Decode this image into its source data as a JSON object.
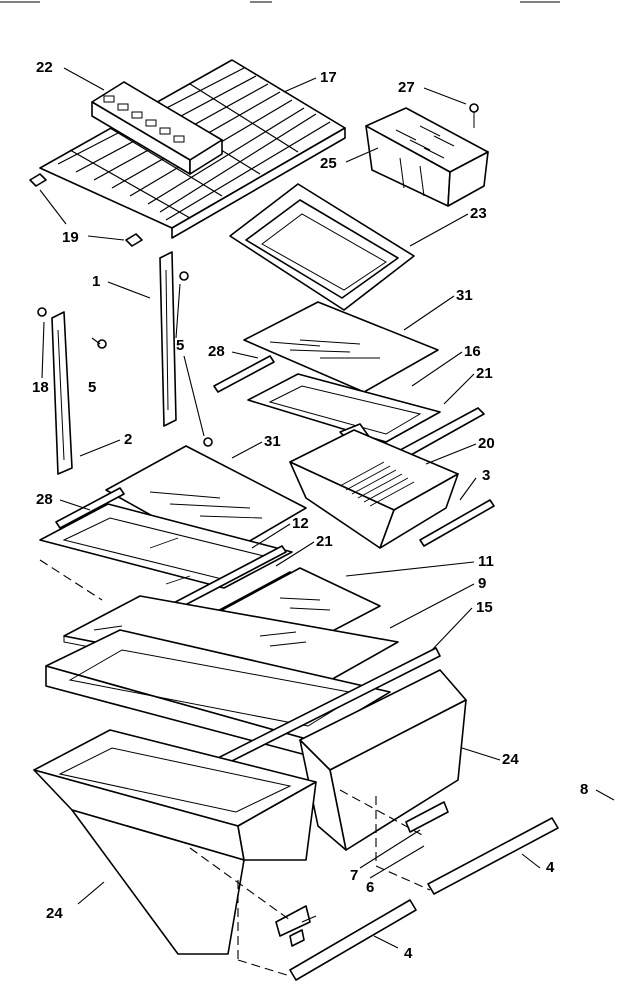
{
  "diagram": {
    "callouts": [
      {
        "id": "c22",
        "text": "22"
      },
      {
        "id": "c17",
        "text": "17"
      },
      {
        "id": "c27",
        "text": "27"
      },
      {
        "id": "c25",
        "text": "25"
      },
      {
        "id": "c19",
        "text": "19"
      },
      {
        "id": "c23",
        "text": "23"
      },
      {
        "id": "c1",
        "text": "1"
      },
      {
        "id": "c31a",
        "text": "31"
      },
      {
        "id": "c5a",
        "text": "5"
      },
      {
        "id": "c18",
        "text": "18"
      },
      {
        "id": "c5b",
        "text": "5"
      },
      {
        "id": "c28a",
        "text": "28"
      },
      {
        "id": "c16",
        "text": "16"
      },
      {
        "id": "c21a",
        "text": "21"
      },
      {
        "id": "c2",
        "text": "2"
      },
      {
        "id": "c31b",
        "text": "31"
      },
      {
        "id": "c20",
        "text": "20"
      },
      {
        "id": "c3",
        "text": "3"
      },
      {
        "id": "c28b",
        "text": "28"
      },
      {
        "id": "c12",
        "text": "12"
      },
      {
        "id": "c21b",
        "text": "21"
      },
      {
        "id": "c11",
        "text": "11"
      },
      {
        "id": "c9",
        "text": "9"
      },
      {
        "id": "c15",
        "text": "15"
      },
      {
        "id": "c24a",
        "text": "24"
      },
      {
        "id": "c8",
        "text": "8"
      },
      {
        "id": "c7",
        "text": "7"
      },
      {
        "id": "c6",
        "text": "6"
      },
      {
        "id": "c4a",
        "text": "4"
      },
      {
        "id": "c24b",
        "text": "24"
      },
      {
        "id": "c4b",
        "text": "4"
      }
    ]
  }
}
